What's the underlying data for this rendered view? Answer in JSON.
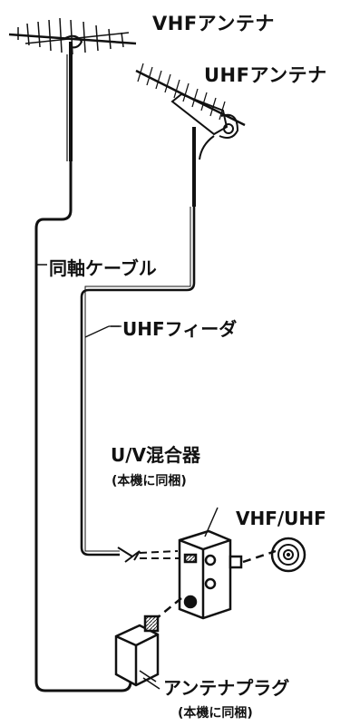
{
  "labels": {
    "vhf_antenna": "VHFアンテナ",
    "uhf_antenna": "UHFアンテナ",
    "coax_cable": "同軸ケーブル",
    "uhf_feeder": "UHFフィーダ",
    "uv_mixer": "U/V混合器",
    "mixer_note": "(本機に同梱)",
    "vhf_uhf_socket": "VHF/UHF",
    "antenna_plug": "アンテナプラグ",
    "plug_note": "(本機に同梱)"
  },
  "colors": {
    "line": "#111111",
    "background": "#ffffff"
  }
}
